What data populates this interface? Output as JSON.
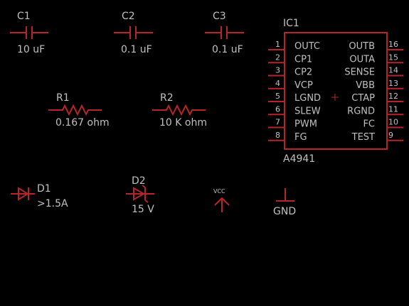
{
  "colors": {
    "background": "#000000",
    "symbol": "#b4262b",
    "text": "#c0c0c0"
  },
  "capacitors": [
    {
      "ref": "C1",
      "value": "10 uF"
    },
    {
      "ref": "C2",
      "value": "0.1 uF"
    },
    {
      "ref": "C3",
      "value": "0.1 uF"
    }
  ],
  "resistors": [
    {
      "ref": "R1",
      "value": "0.167 ohm"
    },
    {
      "ref": "R2",
      "value": "10 K ohm"
    }
  ],
  "diodes": [
    {
      "ref": "D1",
      "value": ">1.5A"
    },
    {
      "ref": "D2",
      "value": "15 V"
    }
  ],
  "power": {
    "vcc": "VCC",
    "gnd": "GND"
  },
  "ic": {
    "ref": "IC1",
    "part": "A4941",
    "left_pins": [
      {
        "num": "1",
        "name": "OUTC"
      },
      {
        "num": "2",
        "name": "CP1"
      },
      {
        "num": "3",
        "name": "CP2"
      },
      {
        "num": "4",
        "name": "VCP"
      },
      {
        "num": "5",
        "name": "LGND"
      },
      {
        "num": "6",
        "name": "SLEW"
      },
      {
        "num": "7",
        "name": "PWM"
      },
      {
        "num": "8",
        "name": "FG"
      }
    ],
    "right_pins": [
      {
        "num": "16",
        "name": "OUTB"
      },
      {
        "num": "15",
        "name": "OUTA"
      },
      {
        "num": "14",
        "name": "SENSE"
      },
      {
        "num": "13",
        "name": "VBB"
      },
      {
        "num": "12",
        "name": "CTAP"
      },
      {
        "num": "11",
        "name": "RGND"
      },
      {
        "num": "10",
        "name": "FC"
      },
      {
        "num": "9",
        "name": "TEST"
      }
    ]
  }
}
